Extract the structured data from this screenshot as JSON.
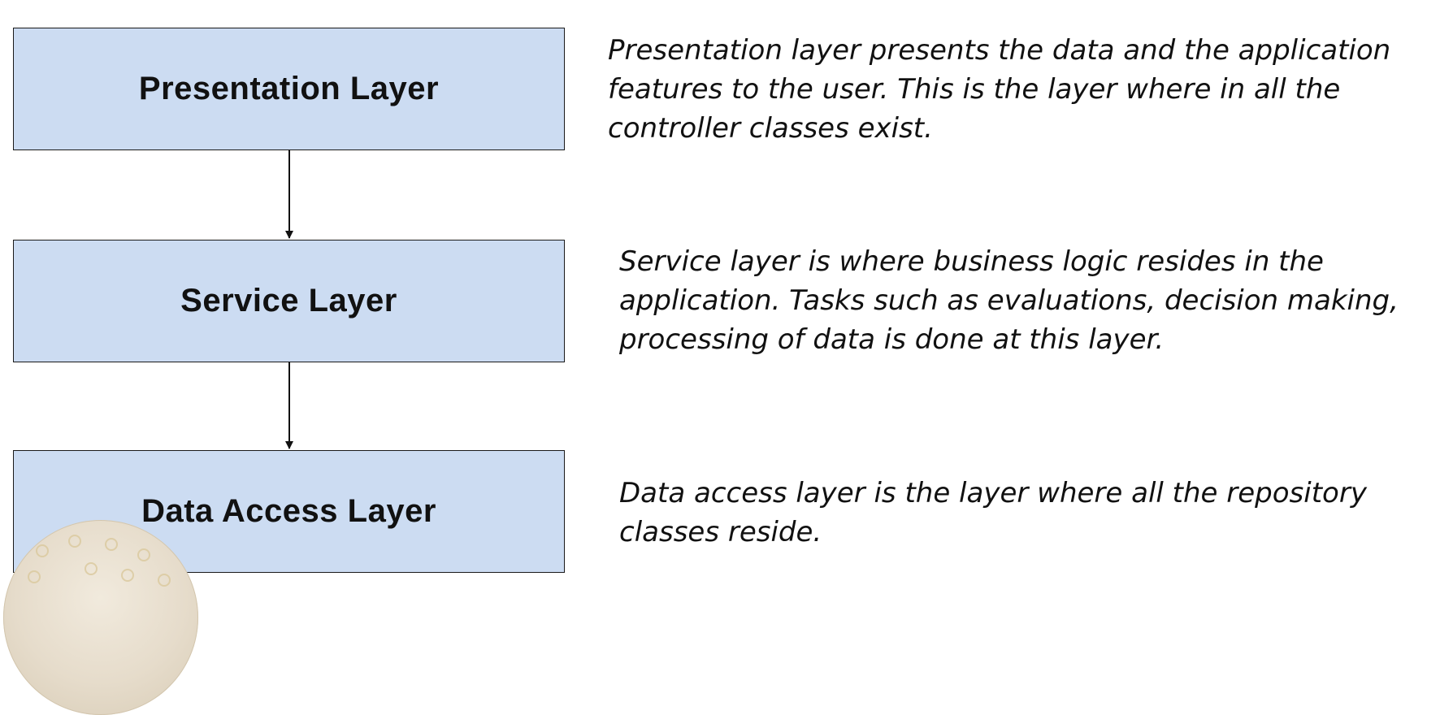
{
  "layers": [
    {
      "label": "Presentation Layer",
      "description": "Presentation layer presents the data and the application\nfeatures to the user. This is the layer where in all the\ncontroller classes exist."
    },
    {
      "label": "Service Layer",
      "description": "Service layer is where business logic resides in the\napplication. Tasks such as evaluations, decision making,\nprocessing of data is done at this layer."
    },
    {
      "label": "Data Access Layer",
      "description": "Data access layer is the layer where all the repository\nclasses reside."
    }
  ],
  "colors": {
    "box_fill": "#ccdcf2",
    "box_border": "#1a1a1a",
    "text": "#111111"
  }
}
